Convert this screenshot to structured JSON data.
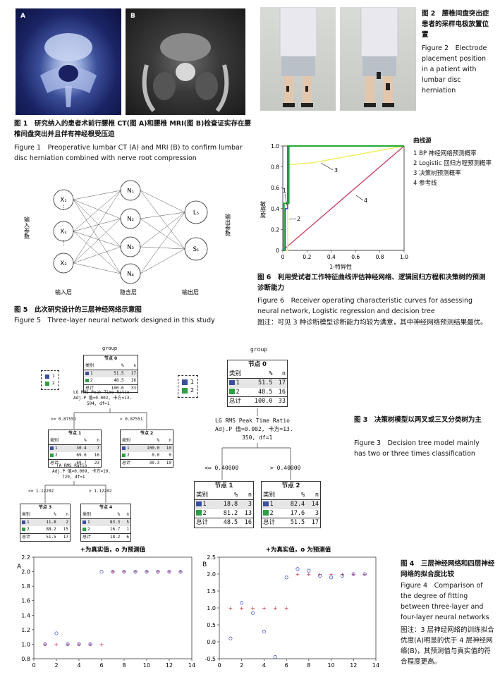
{
  "fig1": {
    "label_a": "A",
    "label_b": "B",
    "caption_cn": "图 1　研究纳入的患者术前行腰椎 CT(图 A)和腰椎 MRI(图 B)检查证实存在腰椎间盘突出并且伴有神经根受压迫",
    "caption_en": "Figure 1　Preoperative lumbar CT (A) and MRI (B) to confirm lumbar disc herniation combined with nerve root compression"
  },
  "fig2": {
    "caption_cn": "图 2　腰椎间盘突出症患者的采样电极放置位置",
    "caption_en": "Figure 2　Electrode placement position in a patient with lumbar disc herniation"
  },
  "fig5": {
    "inputs": [
      "X₁",
      "X₂",
      "X₃"
    ],
    "input_dots": "⋮",
    "hidden": [
      "N₁",
      "N₂",
      "N₃",
      "N₄"
    ],
    "outputs": [
      "L₅",
      "S₁"
    ],
    "left_label": "输入参数",
    "right_label": "输出参数",
    "layer_input": "输入层",
    "layer_hidden": "隐含层",
    "layer_output": "输出层",
    "caption_cn": "图 5　此次研究设计的三层神经网络示意图",
    "caption_en": "Figure 5　Three-layer neural network designed in this study"
  },
  "fig6": {
    "ylabel": "敏感度",
    "xlabel": "1-特异性",
    "legend_title": "曲线源",
    "legend": [
      "1 BP 神经网络预测概率",
      "2 Logistic 回归方程预测概率",
      "3 决策树预测概率",
      "4 参考线"
    ],
    "curve_labels": [
      "1",
      "2",
      "3",
      "4"
    ],
    "caption_cn": "图 6　利用受试者工作特征曲线评估神经网络、逻辑回归方程和决策树的预测诊断能力",
    "caption_en": "Figure 6　Receiver operating characteristic curves for assessing neural network, Logistic regression and decision tree",
    "note": "图注：可见 3 种诊断模型诊断能力均较为满意，其中神经网络预测结果最优。"
  },
  "fig3": {
    "left": {
      "title": "group",
      "legend": [
        "1",
        "2"
      ],
      "root": {
        "name": "节点 0",
        "rows": [
          [
            "1",
            "51.5",
            "17"
          ],
          [
            "2",
            "48.5",
            "16"
          ]
        ],
        "total": [
          "总计",
          "100.0",
          "33"
        ]
      },
      "split1": [
        "LG RMS Peak Time Ratio",
        "Adj.P 值=0.002, 卡方=13.",
        "504, df=1"
      ],
      "branch1": [
        "<= 0.87551",
        "> 0.87551"
      ],
      "node1": {
        "name": "节点 1",
        "rows": [
          [
            "1",
            "30.4",
            "7"
          ],
          [
            "2",
            "69.6",
            "16"
          ]
        ],
        "total": [
          "总计",
          "69.7",
          "23"
        ]
      },
      "node2": {
        "name": "节点 2",
        "rows": [
          [
            "1",
            "100.0",
            "10"
          ],
          [
            "2",
            "0.0",
            "0"
          ]
        ],
        "total": [
          "总计",
          "30.3",
          "10"
        ]
      },
      "split2": [
        "TA RMS Ratio",
        "Adj.P 值=0.009, 卡方=10.",
        "729, df=1"
      ],
      "branch2": [
        "<= 1.12202",
        "> 1.12202"
      ],
      "node3": {
        "name": "节点 3",
        "rows": [
          [
            "1",
            "11.8",
            "2"
          ],
          [
            "2",
            "88.2",
            "15"
          ]
        ],
        "total": [
          "总计",
          "51.5",
          "17"
        ]
      },
      "node4": {
        "name": "节点 4",
        "rows": [
          [
            "1",
            "83.3",
            "5"
          ],
          [
            "2",
            "16.7",
            "1"
          ]
        ],
        "total": [
          "总计",
          "18.2",
          "6"
        ]
      }
    },
    "right": {
      "title": "group",
      "legend": [
        "1",
        "2"
      ],
      "root": {
        "name": "节点 0",
        "rows": [
          [
            "1",
            "51.5",
            "17"
          ],
          [
            "2",
            "48.5",
            "16"
          ]
        ],
        "total": [
          "总计",
          "100.0",
          "33"
        ]
      },
      "split1": [
        "LG RMS Peak Time Ratio",
        "Adj.P 值=0.002, 卡方=13.",
        "350, df=1"
      ],
      "branch1": [
        "<= 0.40000",
        "> 0.40000"
      ],
      "node1": {
        "name": "节点 1",
        "rows": [
          [
            "1",
            "18.8",
            "3"
          ],
          [
            "2",
            "81.2",
            "13"
          ]
        ],
        "total": [
          "总计",
          "48.5",
          "16"
        ]
      },
      "node2": {
        "name": "节点 2",
        "rows": [
          [
            "1",
            "82.4",
            "14"
          ],
          [
            "2",
            "17.6",
            "3"
          ]
        ],
        "total": [
          "总计",
          "51.5",
          "17"
        ]
      }
    },
    "header": [
      "类别",
      "%",
      "n"
    ],
    "caption_cn": "图 3　决策树模型以两叉或三叉分类树为主",
    "caption_en": "Figure 3　Decision tree model mainly has two or three times classification"
  },
  "fig4": {
    "legend": "+为真实值，o 为预测值",
    "caption_cn": "图 4　三层神经网络和四层神经网络的拟合度比较",
    "caption_en": "Figure 4　Comparison of the degree of fitting between three-layer and four-layer neural networks",
    "note": "图注：3 层神经网络的训练拟合优度(A)明显的优于 4 层神经网络(B)，其预测值与真实值的符合程度更高。"
  },
  "colors": {
    "series1": "#3b4fa0",
    "series2": "#2ea043",
    "blue_line": "#3a3acc",
    "green_line": "#22aa33",
    "yellow_line": "#eeee55",
    "ref_line": "#cc4466"
  },
  "chart_data": [
    {
      "type": "line",
      "title": "",
      "xlabel": "1-特异性",
      "ylabel": "敏感度",
      "xlim": [
        0,
        1.0
      ],
      "ylim": [
        0,
        1.0
      ],
      "xticks": [
        "0",
        "0.2",
        "0.4",
        "0.6",
        "0.8",
        "1.0"
      ],
      "yticks": [
        "0",
        "0.2",
        "0.4",
        "0.6",
        "0.8",
        "1.0"
      ],
      "grid": false,
      "legend_position": "right",
      "series": [
        {
          "name": "1 BP 神经网络预测概率",
          "x": [
            0,
            0.02,
            0.02,
            0.04,
            0.04,
            1.0
          ],
          "y": [
            0,
            0.0,
            0.4,
            0.4,
            1.0,
            1.0
          ]
        },
        {
          "name": "2 Logistic 回归方程预测概率",
          "x": [
            0,
            0.01,
            0.01,
            0.05,
            0.05,
            1.0
          ],
          "y": [
            0,
            0.0,
            0.45,
            0.45,
            1.0,
            1.0
          ]
        },
        {
          "name": "3 决策树预测概率",
          "x": [
            0,
            0.04,
            0.04,
            0.25,
            1.0,
            1.0
          ],
          "y": [
            0,
            0.0,
            0.82,
            0.84,
            1.0,
            1.0
          ]
        },
        {
          "name": "4 参考线",
          "x": [
            0,
            1.0
          ],
          "y": [
            0,
            1.0
          ]
        }
      ]
    },
    {
      "type": "scatter",
      "panel": "A",
      "title": "+为真实值，o 为预测值",
      "xlim": [
        0,
        14
      ],
      "ylim": [
        0.8,
        2.2
      ],
      "xticks": [
        "0",
        "2",
        "4",
        "6",
        "8",
        "10",
        "12",
        "14"
      ],
      "yticks": [
        "0.8",
        "1.0",
        "1.2",
        "1.4",
        "1.6",
        "1.8",
        "2.0",
        "2.2"
      ],
      "series": [
        {
          "marker": "+",
          "x": [
            1,
            2,
            3,
            4,
            5,
            6,
            7,
            8,
            9,
            10,
            11,
            12,
            13
          ],
          "y": [
            1,
            1,
            1,
            1,
            1,
            1,
            2,
            2,
            2,
            2,
            2,
            2,
            2
          ]
        },
        {
          "marker": "o",
          "x": [
            1,
            2,
            3,
            4,
            5,
            6,
            7,
            8,
            9,
            10,
            11,
            12,
            13
          ],
          "y": [
            1,
            1.15,
            1,
            1,
            1,
            2,
            2,
            2,
            2,
            2,
            2,
            2,
            2
          ]
        }
      ]
    },
    {
      "type": "scatter",
      "panel": "B",
      "title": "+为真实值，o 为预测值",
      "xlim": [
        0,
        14
      ],
      "ylim": [
        -0.5,
        2.5
      ],
      "xticks": [
        "0",
        "2",
        "4",
        "6",
        "8",
        "10",
        "12",
        "14"
      ],
      "yticks": [
        "-0.5",
        "0.0",
        "0.5",
        "1.0",
        "1.5",
        "2.0",
        "2.5"
      ],
      "series": [
        {
          "marker": "+",
          "x": [
            1,
            2,
            3,
            4,
            5,
            6,
            7,
            8,
            9,
            10,
            11,
            12,
            13
          ],
          "y": [
            1,
            1,
            1,
            1,
            1,
            1,
            2,
            2,
            2,
            2,
            2,
            2,
            2
          ]
        },
        {
          "marker": "o",
          "x": [
            1,
            2,
            3,
            4,
            5,
            6,
            7,
            8,
            9,
            10,
            11,
            12,
            13
          ],
          "y": [
            0.1,
            1.15,
            0.85,
            0.3,
            -0.45,
            1.9,
            2.15,
            2.1,
            1.95,
            1.9,
            1.95,
            2.0,
            2.0
          ]
        }
      ]
    }
  ]
}
